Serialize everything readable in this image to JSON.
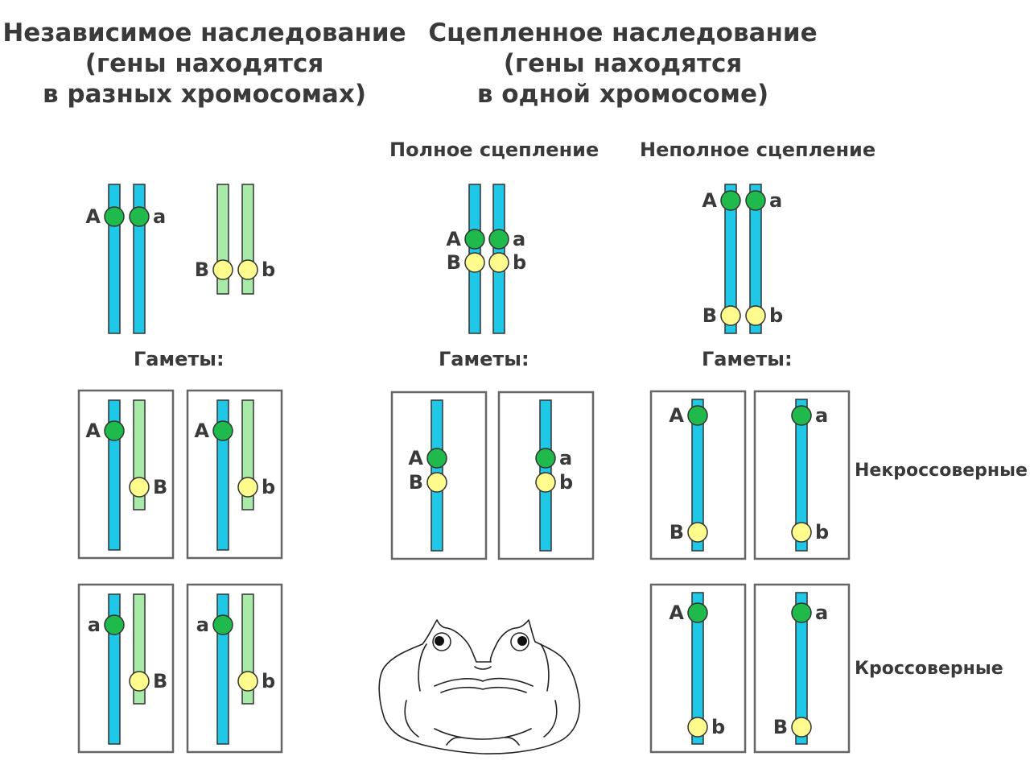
{
  "titles": {
    "independent": [
      "Независимое наследование",
      "(гены находятся",
      "в разных хромосомах)"
    ],
    "linked": [
      "Сцепленное наследование",
      "(гены находятся",
      "в одной хромосоме)"
    ]
  },
  "subtitles": {
    "complete": "Полное сцепление",
    "incomplete": "Неполное сцепление"
  },
  "gametes_label": "Гаметы:",
  "side_labels": {
    "noncrossover": "Некроссоверные",
    "crossover": "Кроссоверные"
  },
  "genes": {
    "A": "A",
    "a": "a",
    "B": "B",
    "b": "b"
  },
  "colors": {
    "chrom_blue": "#1ec8e6",
    "chrom_green": "#a8eaa8",
    "gene_dominant": "#1fba4b",
    "gene_yellow": "#fffb8c",
    "frame": "#666666",
    "text": "#3a3a3a"
  },
  "icons": [
    "frog-illustration"
  ]
}
